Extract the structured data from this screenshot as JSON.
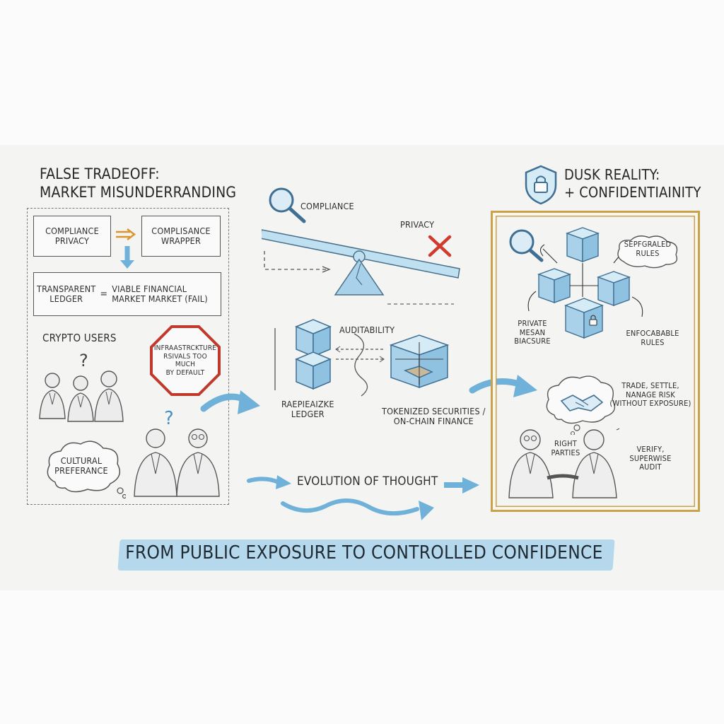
{
  "left": {
    "title_line1": "FALSE TRADEOFF:",
    "title_line2": "MARKET MISUNDERRANDING",
    "box_compliance_privacy_l1": "COMPLIANCE",
    "box_compliance_privacy_l2": "PRIVACY",
    "box_wrapper_l1": "COMPLISANCE",
    "box_wrapper_l2": "WRAPPER",
    "ledger_l1": "TRANSPARENT",
    "ledger_l2": "LEDGER",
    "equals": "=",
    "viable_l1": "VIABLE FINANCIAL",
    "viable_l2": "MARKET MARKET (FAIL)",
    "crypto_users": "CRYPTO USERS",
    "stop_l1": "INFRAASTRCKTURE",
    "stop_l2": "RSIVALS TOO MUCH",
    "stop_l3": "BY DEFAULT",
    "cultural_l1": "CULTURAL",
    "cultural_l2": "PREFERANCE"
  },
  "middle": {
    "compliance": "COMPLIANCE",
    "privacy": "PRIVACY",
    "auditability": "AUDITABILITY",
    "ledger_l1": "RAEPIEAIZKE",
    "ledger_l2": "LEDGER",
    "tokenized_l1": "TOKENIZED SECURITIES /",
    "tokenized_l2": "ON-CHAIN FINANCE",
    "evolution": "EVOLUTION OF THOUGHT"
  },
  "right": {
    "title_line1": "DUSK REALITY:",
    "title_line2": "+ CONFIDENTIAINITY",
    "rules_l1": "SEPFGRALED",
    "rules_l2": "RULES",
    "private_l1": "PRIVATE",
    "private_l2": "MESAN",
    "private_l3": "BIACSURE",
    "enforce_l1": "ENFOCABABLE",
    "enforce_l2": "RULES",
    "trade_l1": "TRADE, SETTLE,",
    "trade_l2": "NANAGE RISK",
    "trade_l3": "(WITHOUT EXPOSURE)",
    "right_l1": "RIGHT",
    "right_l2": "PARTIES",
    "verify_l1": "VERIFY,",
    "verify_l2": "SUPERWISE",
    "verify_l3": "AUDIT"
  },
  "banner": "FROM PUBLIC EXPOSURE TO CONTROLLED CONFIDENCE",
  "colors": {
    "accent_blue": "#6fb1d8",
    "cube_fill": "#bfe0f0",
    "stop_red": "#c0392b",
    "gold": "#c9a24a",
    "arrow_orange": "#d9962e"
  }
}
